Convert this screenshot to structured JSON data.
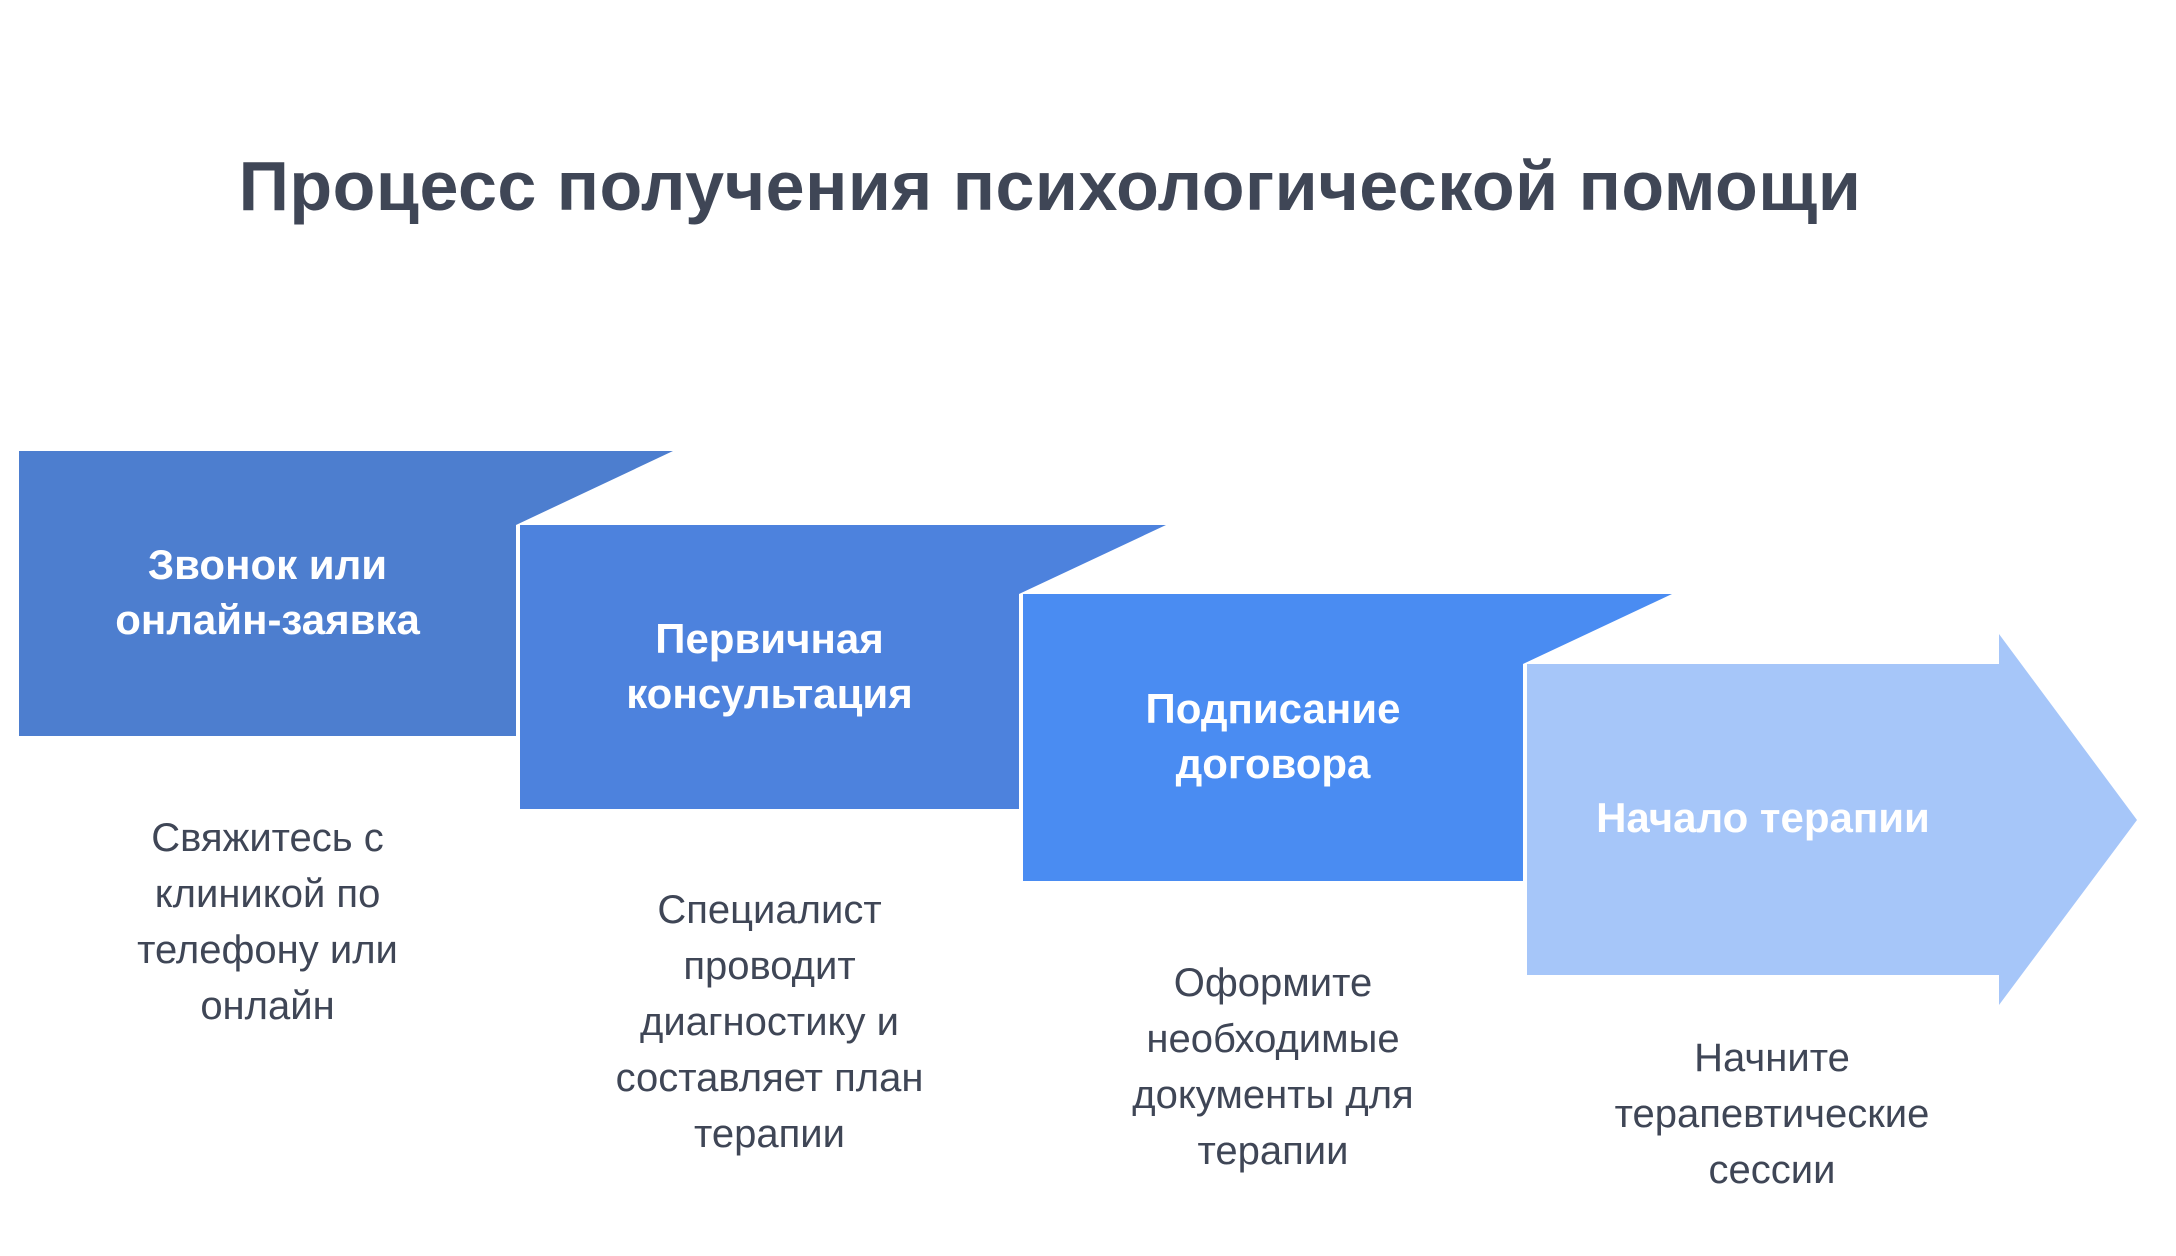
{
  "title": "Процесс получения психологической помощи",
  "colors": {
    "background": "#ffffff",
    "title_text": "#3f4656",
    "body_text": "#3f4656",
    "step_label_text": "#ffffff",
    "step_1_fill": "#4d7ecf",
    "step_2_fill": "#4d82dd",
    "step_3_fill": "#4a8cf2",
    "step_4_fill": "#a6c6f9"
  },
  "steps": [
    {
      "label": "Звонок или\nонлайн-заявка",
      "description": "Свяжитесь с\nклиникой по\nтелефону или\nонлайн",
      "color": "#4d7ecf"
    },
    {
      "label": "Первичная\nконсультация",
      "description": "Специалист\nпроводит\nдиагностику и\nсоставляет план\nтерапии",
      "color": "#4d82dd"
    },
    {
      "label": "Подписание\nдоговора",
      "description": "Оформите\nнеобходимые\nдокументы для\nтерапии",
      "color": "#4a8cf2"
    },
    {
      "label": "Начало терапии",
      "description": "Начните\nтерапевтические\nсессии",
      "color": "#a6c6f9"
    }
  ]
}
